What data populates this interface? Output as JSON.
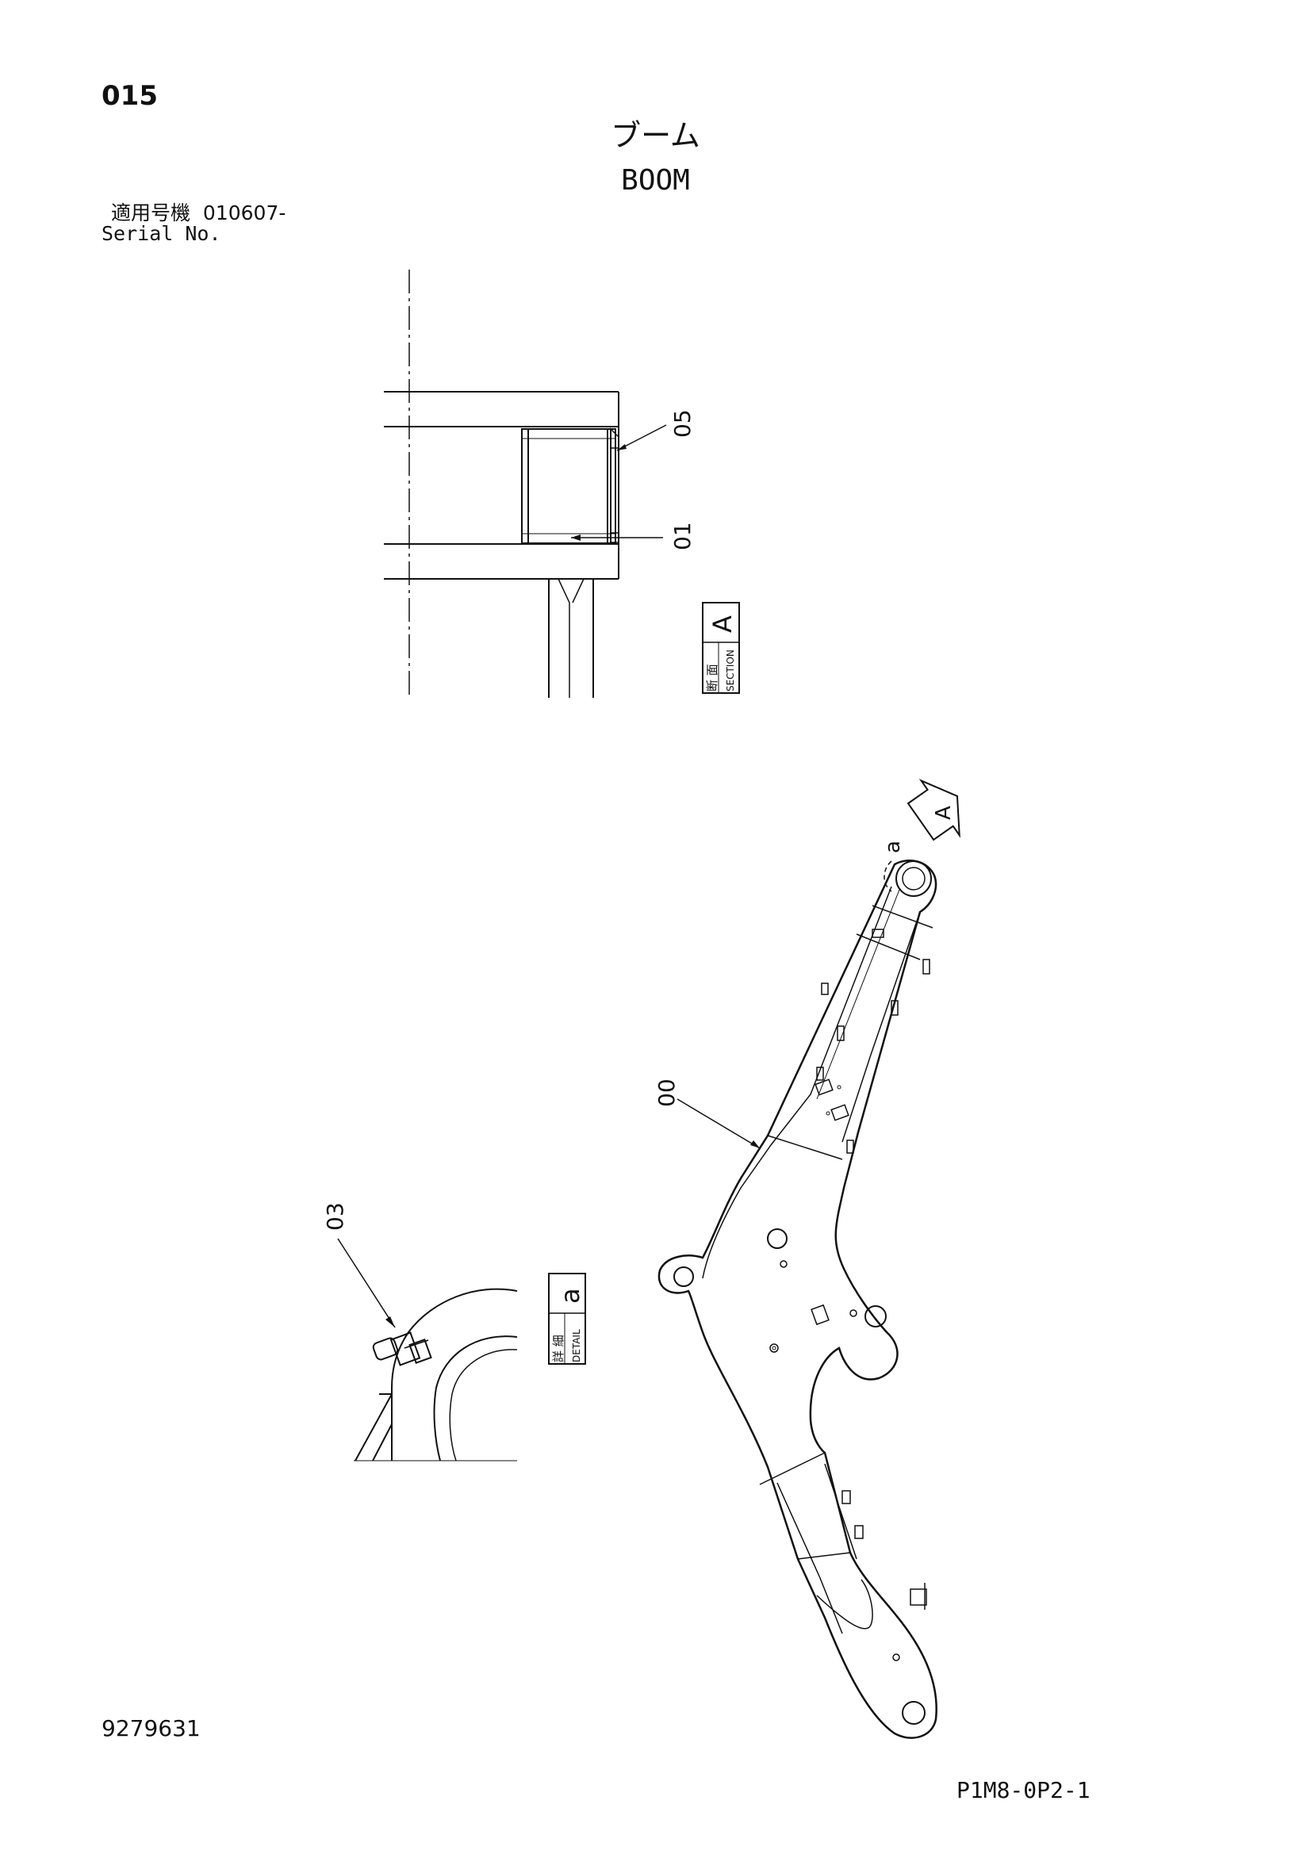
{
  "header": {
    "page_number": "015",
    "title_jp": "ブーム",
    "title_en": "BOOM",
    "serial_label_jp": "適用号機",
    "serial_value": "010607-",
    "serial_label_en": "Serial No."
  },
  "section_view": {
    "callouts": [
      "05",
      "01"
    ],
    "label_jp": "断 面",
    "label_en": "SECTION",
    "letter": "A"
  },
  "detail_view": {
    "callout": "03",
    "label_jp": "詳 細",
    "label_en": "DETAIL",
    "letter": "a"
  },
  "main_view": {
    "callout": "00",
    "view_arrow_letter": "A",
    "detail_marker_letter": "a"
  },
  "footer": {
    "drawing_number": "9279631",
    "page_code": "P1M8-0P2-1"
  }
}
